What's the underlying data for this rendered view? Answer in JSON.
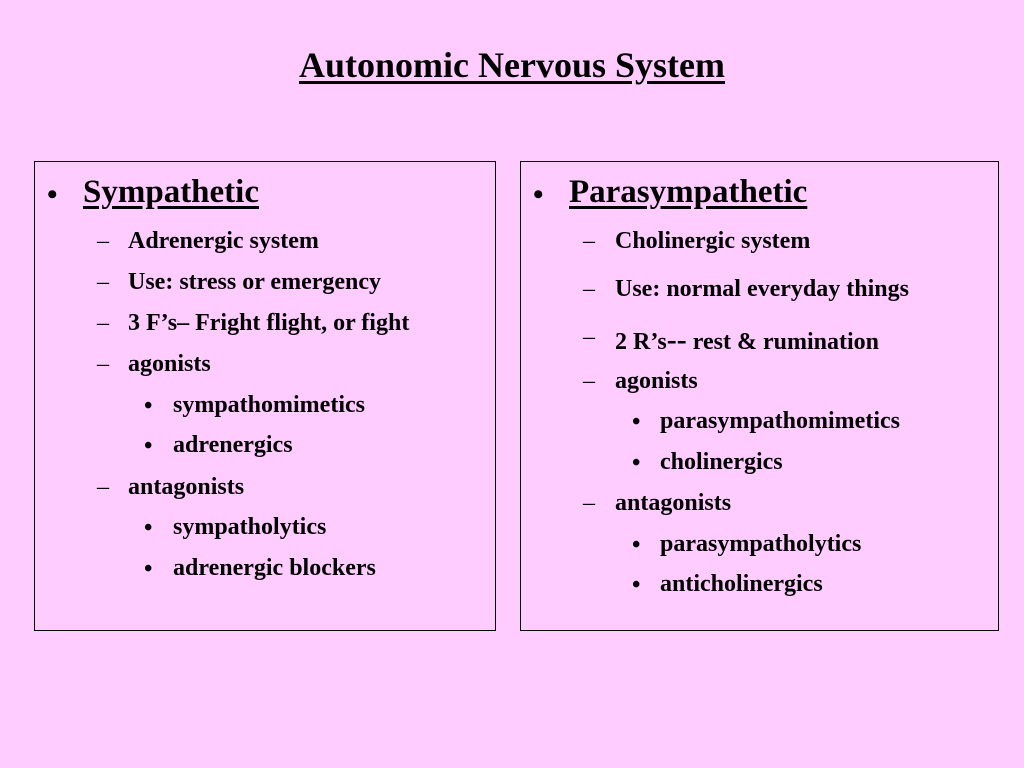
{
  "title": "Autonomic Nervous System",
  "bullet_glyph": "•",
  "dash_glyph": "–",
  "left": {
    "heading": "Sympathetic",
    "items": [
      "Adrenergic system",
      "Use: stress or emergency",
      "3 F’s– Fright flight, or fight",
      "agonists",
      "sympathomimetics",
      "adrenergics",
      "antagonists",
      "sympatholytics",
      "adrenergic blockers"
    ]
  },
  "right": {
    "heading": "Parasympathetic",
    "items": [
      "Cholinergic system",
      "Use: normal everyday things",
      "2 R’s",
      "--",
      " rest  & rumination",
      "agonists",
      "parasympathomimetics",
      "cholinergics",
      "antagonists",
      "parasympatholytics",
      "anticholinergics"
    ]
  }
}
